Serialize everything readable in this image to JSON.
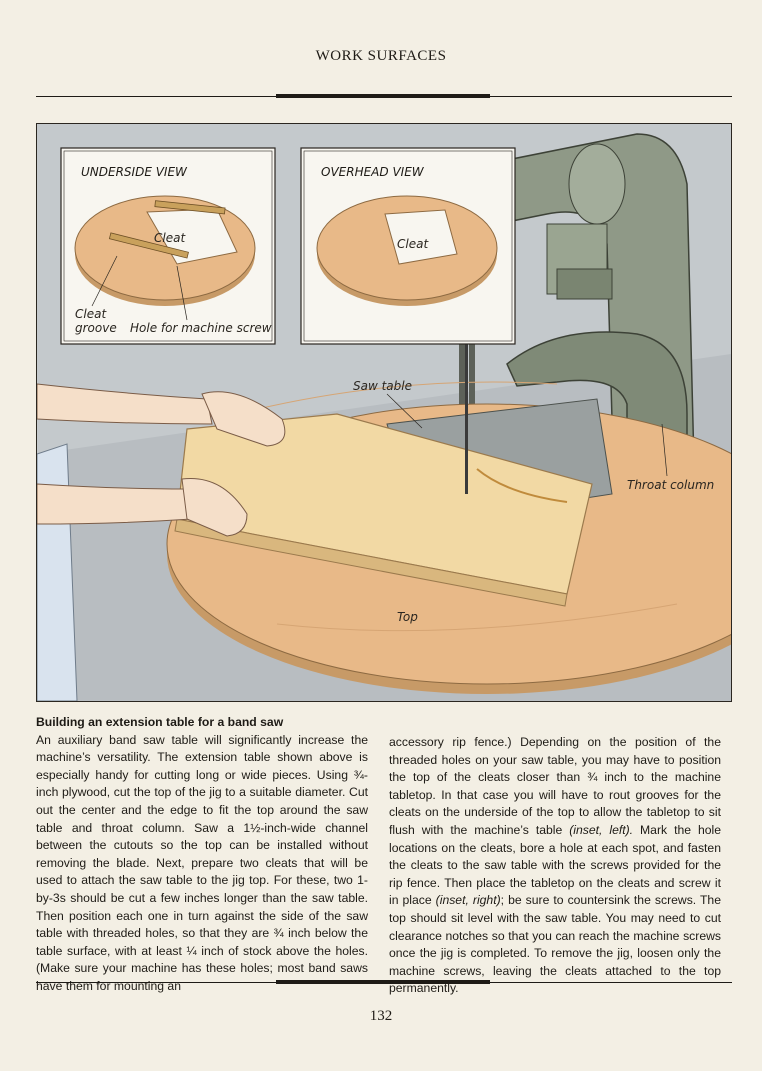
{
  "page": {
    "running_head": "WORK SURFACES",
    "page_number": "132"
  },
  "figure": {
    "inset_underside": {
      "title": "UNDERSIDE VIEW",
      "label_cleat": "Cleat",
      "label_cleat_groove_1": "Cleat",
      "label_cleat_groove_2": "groove",
      "label_hole": "Hole for machine screw"
    },
    "inset_overhead": {
      "title": "OVERHEAD VIEW",
      "label_cleat": "Cleat"
    },
    "label_saw_table": "Saw table",
    "label_throat_column": "Throat column",
    "label_top": "Top",
    "colors": {
      "background": "#c9cdd0",
      "band_saw_frame": "#8f9987",
      "plywood_disk": "#e8b988",
      "board": "#f2d9a4",
      "hand": "#f5dfc9",
      "sleeve": "#d9e3ee"
    }
  },
  "body": {
    "heading": "Building an extension table for a band saw",
    "left_text": "An auxiliary band saw table will significantly increase the machine’s versatility. The extension table shown above is especially handy for cutting long or wide pieces. Using ¾-inch plywood, cut the top of the jig to a suitable diameter. Cut out the center and the edge to fit the top around the saw table and throat column. Saw a 1½-inch-wide channel between the cutouts so the top can be installed without removing the blade. Next, prepare two cleats that will be used to attach the saw table to the jig top. For these, two 1-by-3s should be cut a few inches longer than the saw table. Then position each one in turn against the side of the saw table with threaded holes, so that they are ¾ inch below the table surface, with at least ¼ inch of stock above the holes. (Make sure your machine has these holes; most band saws have them for mounting an",
    "right_text_1": "accessory rip fence.) Depending on the position of the threaded holes on your saw table, you may have to position the top of the cleats closer than ¾ inch to the machine tabletop. In that case you will have to rout grooves for the cleats on the underside of the top to allow the tabletop to sit flush with the machine’s table ",
    "right_italic_1": "(inset, left).",
    "right_text_2": " Mark the hole locations on the cleats, bore a hole at each spot, and fasten the cleats to the saw table with the screws provided for the rip fence. Then place the tabletop on the cleats and screw it in place ",
    "right_italic_2": "(inset, right)",
    "right_text_3": "; be sure to countersink the screws. The top should sit level with the saw table. You may need to cut clearance notches so that you can reach the machine screws once the jig is completed. To remove the jig, loosen only the machine screws, leaving the cleats attached to the top permanently."
  }
}
